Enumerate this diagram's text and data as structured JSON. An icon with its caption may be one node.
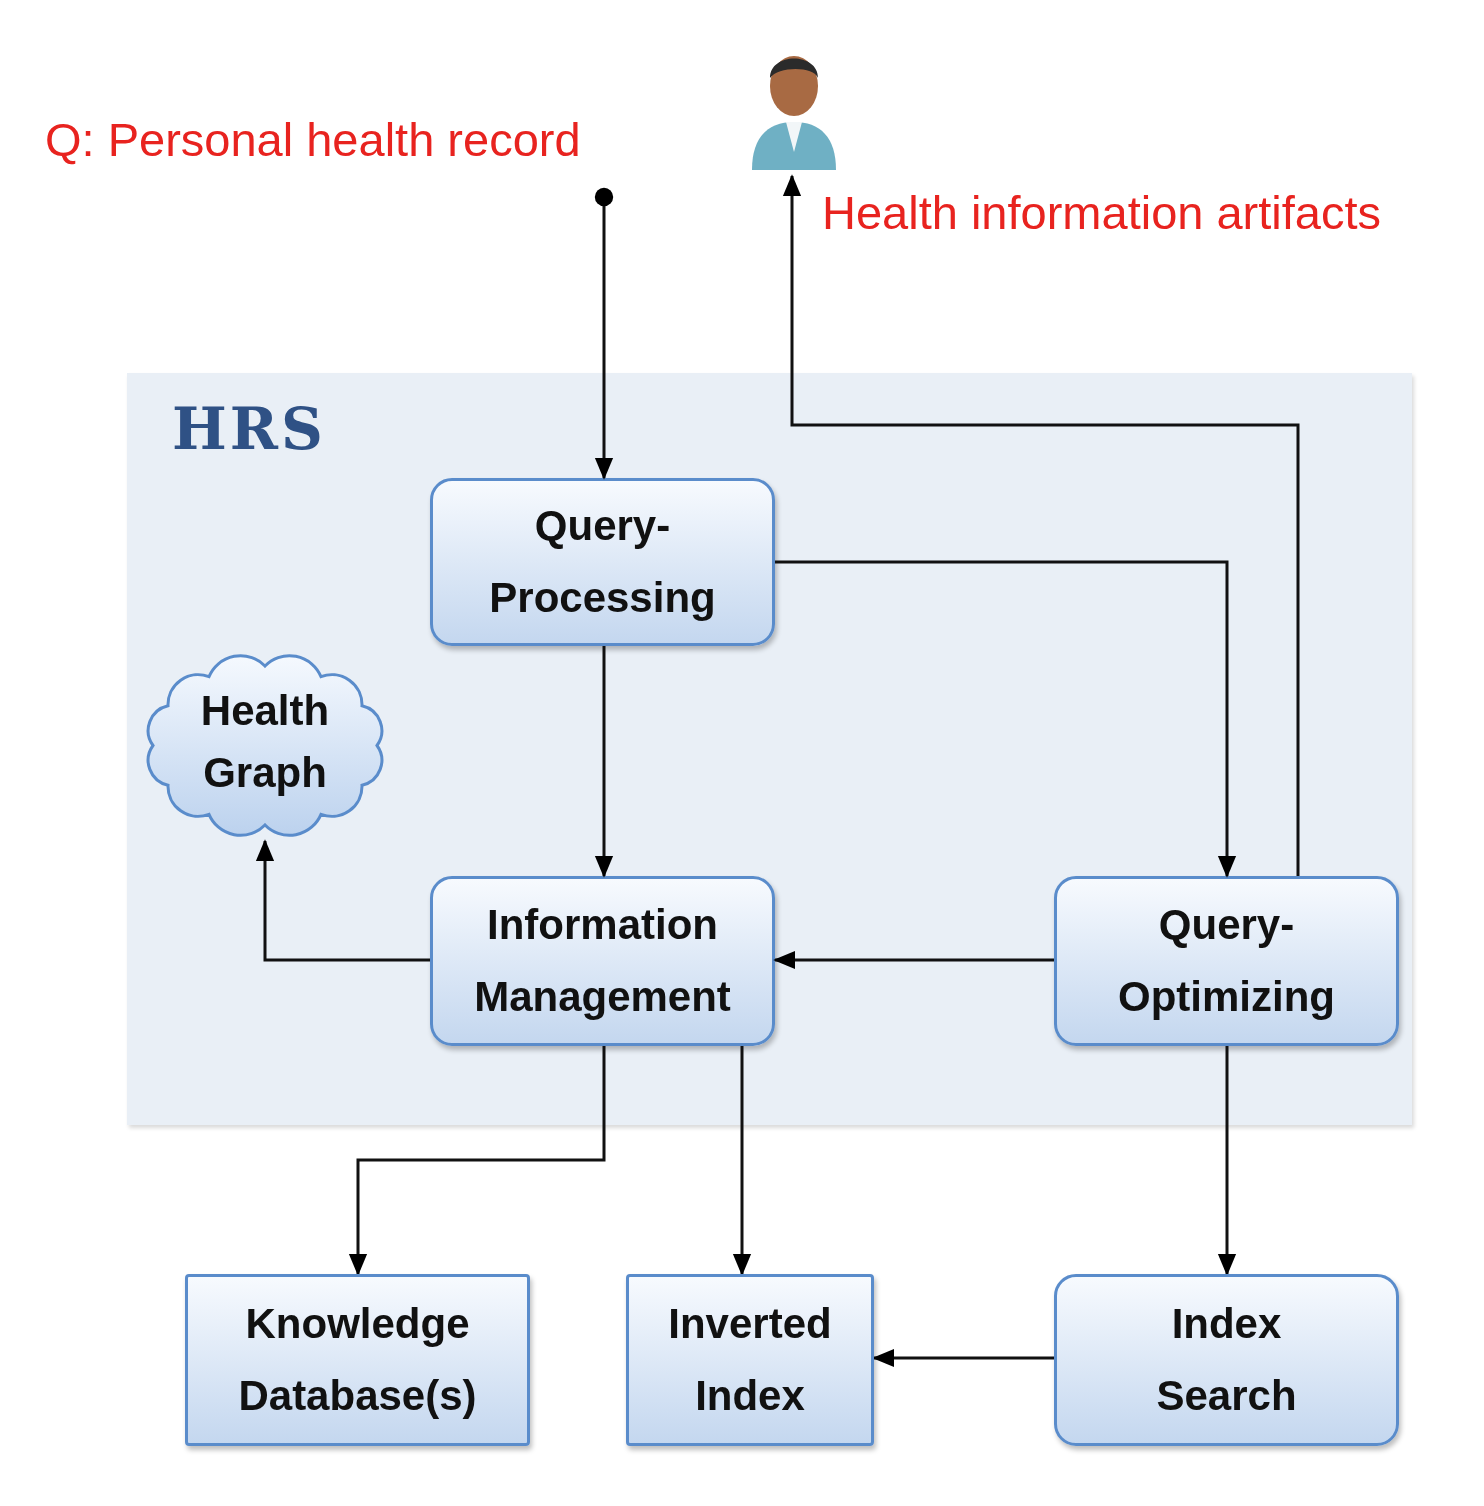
{
  "diagram": {
    "nodes": [
      {
        "text": [
          "HRS"
        ]
      },
      {
        "text": [
          "Query- Processing"
        ],
        "in": 0
      },
      {
        "text": [
          "Health Graph"
        ],
        "in": 0
      },
      {
        "text": [
          "Information Management"
        ],
        "in": 0
      },
      {
        "text": [
          "Query- Optimizing"
        ],
        "in": 0
      },
      {
        "text": [
          "Knowledge Database(s)"
        ]
      },
      {
        "text": [
          "Inverted Index"
        ]
      },
      {
        "text": [
          "Index Search"
        ]
      },
      {
        "text": [],
        "shape": "person",
        "beside": [
          "Health information artifacts"
        ]
      },
      {
        "text": [
          "Q: Personal health record"
        ]
      }
    ],
    "edges": [
      {
        "from": 9,
        "to": 1,
        "arrow": "to"
      },
      {
        "from": 1,
        "to": 3,
        "arrow": "to"
      },
      {
        "from": 1,
        "to": 4,
        "arrow": "to"
      },
      {
        "from": 4,
        "to": 8,
        "arrow": "to"
      },
      {
        "from": 4,
        "to": 3,
        "arrow": "to"
      },
      {
        "from": 3,
        "to": 2,
        "arrow": "to"
      },
      {
        "from": 3,
        "to": 5,
        "arrow": "to"
      },
      {
        "from": 3,
        "to": 6,
        "arrow": "to"
      },
      {
        "from": 4,
        "to": 7,
        "arrow": "to"
      },
      {
        "from": 7,
        "to": 6,
        "arrow": "to"
      }
    ]
  }
}
